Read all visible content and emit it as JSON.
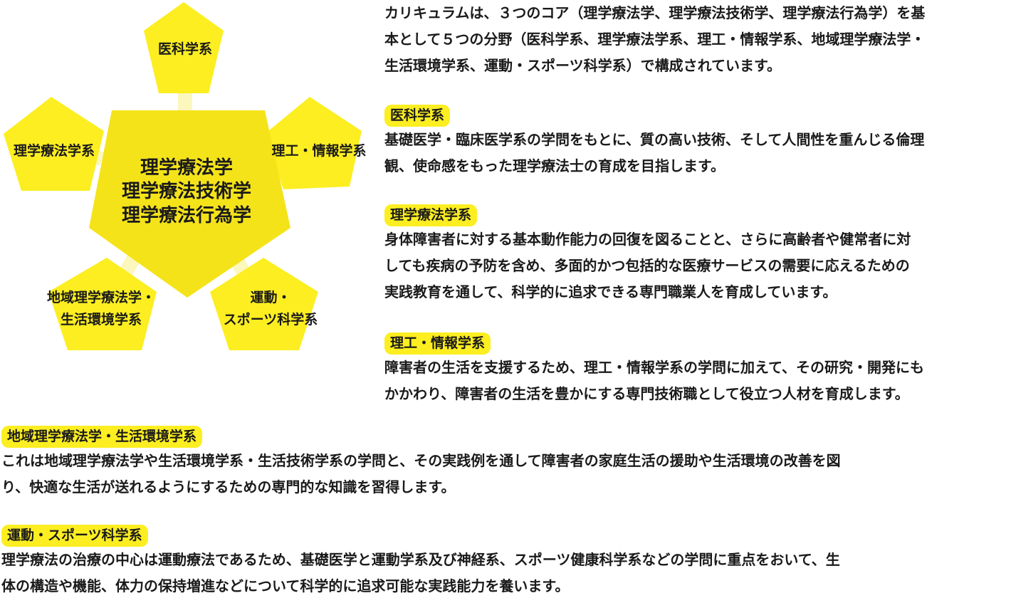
{
  "colors": {
    "pentagon_fill": "#fcee21",
    "center_fill": "#f5e31a",
    "connector": "#fbf7bd",
    "tag_bg": "#fcee21",
    "text": "#1a1a1a"
  },
  "diagram": {
    "center_lines": [
      "理学療法学",
      "理学療法技術学",
      "理学療法行為学"
    ],
    "nodes": {
      "top": [
        "医科学系"
      ],
      "left": [
        "理学療法学系"
      ],
      "right": [
        "理工・情報学系"
      ],
      "bottom_left": [
        "地域理学療法学・",
        "生活環境学系"
      ],
      "bottom_right": [
        "運動・",
        "スポーツ科学系"
      ]
    }
  },
  "intro_lines": [
    "カリキュラムは、３つのコア（理学療法学、理学療法技術学、理学療法行為学）を基",
    "本として５つの分野（医科学系、理学療法学系、理工・情報学系、地域理学療法学・",
    "生活環境学系、運動・スポーツ科学系）で構成されています。"
  ],
  "sections": [
    {
      "title": "医科学系",
      "lines": [
        "基礎医学・臨床医学系の学問をもとに、質の高い技術、そして人間性を重んじる倫理",
        "観、使命感をもった理学療法士の育成を目指します。"
      ]
    },
    {
      "title": "理学療法学系",
      "lines": [
        "身体障害者に対する基本動作能力の回復を図ることと、さらに高齢者や健常者に対",
        "しても疾病の予防を含め、多面的かつ包括的な医療サービスの需要に応えるための",
        "実践教育を通して、科学的に追求できる専門職業人を育成しています。"
      ]
    },
    {
      "title": "理工・情報学系",
      "lines": [
        "障害者の生活を支援するため、理工・情報学系の学問に加えて、その研究・開発にも",
        "かかわり、障害者の生活を豊かにする専門技術職として役立つ人材を育成します。"
      ]
    },
    {
      "title": "地域理学療法学・生活環境学系",
      "lines": [
        "これは地域理学療法学や生活環境学系・生活技術学系の学問と、その実践例を通して障害者の家庭生活の援助や生活環境の改善を図",
        "り、快適な生活が送れるようにするための専門的な知識を習得します。"
      ]
    },
    {
      "title": "運動・スポーツ科学系",
      "lines": [
        "理学療法の治療の中心は運動療法であるため、基礎医学と運動学系及び神経系、スポーツ健康科学系などの学問に重点をおいて、生",
        "体の構造や機能、体力の保持増進などについて科学的に追求可能な実践能力を養います。"
      ]
    }
  ]
}
